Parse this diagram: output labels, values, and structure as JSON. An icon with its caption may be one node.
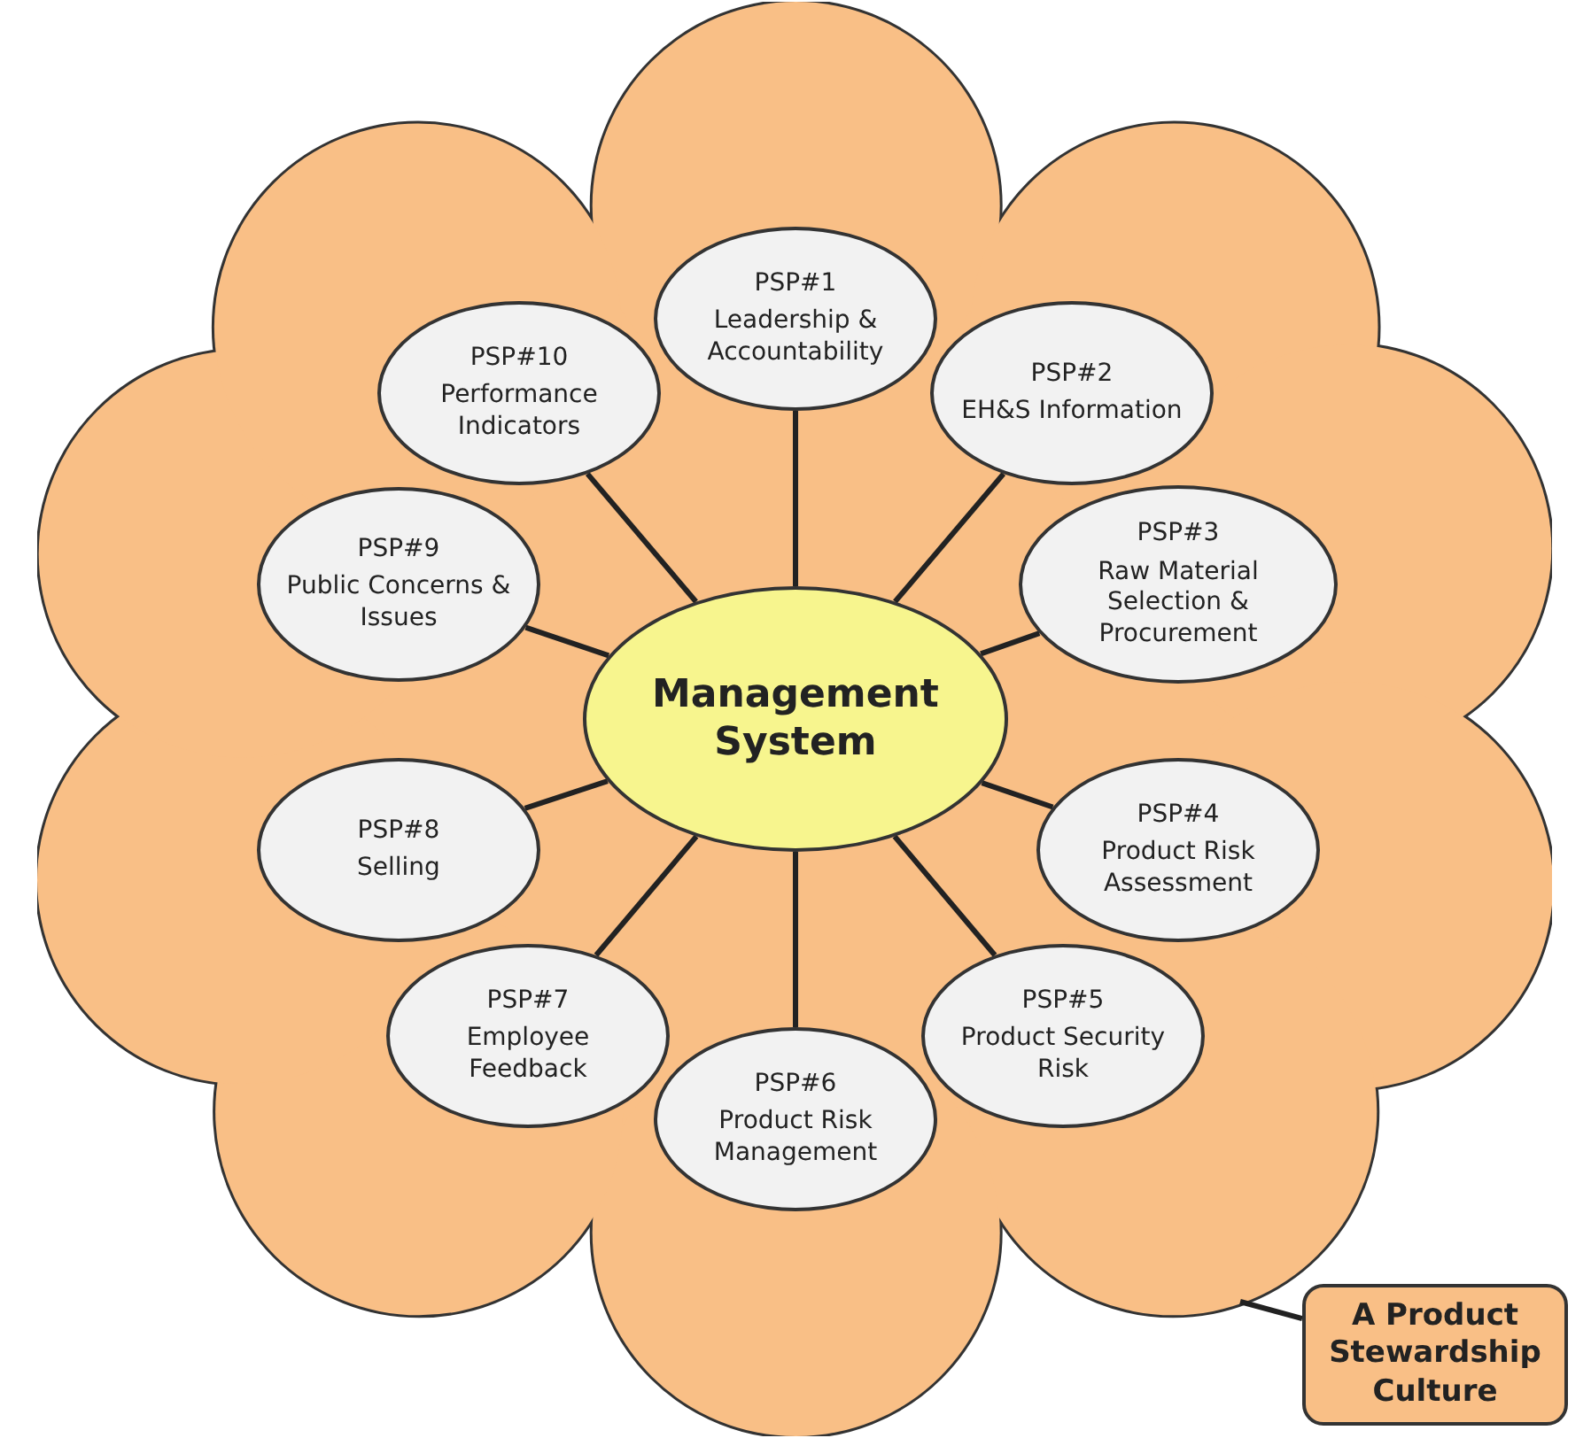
{
  "diagram": {
    "nodes": [
      {
        "text": [],
        "shape": "cloud"
      },
      {
        "text": [
          "Management System"
        ],
        "in": 0
      },
      {
        "text": [
          "PSP#1",
          "Leadership & Accountability"
        ],
        "in": 0
      },
      {
        "text": [
          "PSP#2",
          "EH&S Information"
        ],
        "in": 0
      },
      {
        "text": [
          "PSP#3",
          "Raw Material Selection & Procurement"
        ],
        "in": 0
      },
      {
        "text": [
          "PSP#4",
          "Product Risk Assessment"
        ],
        "in": 0
      },
      {
        "text": [
          "PSP#5",
          "Product Security Risk"
        ],
        "in": 0
      },
      {
        "text": [
          "PSP#6",
          "Product Risk Management"
        ],
        "in": 0
      },
      {
        "text": [
          "PSP#7",
          "Employee Feedback"
        ],
        "in": 0
      },
      {
        "text": [
          "PSP#8",
          "Selling"
        ],
        "in": 0
      },
      {
        "text": [
          "PSP#9",
          "Public Concerns & Issues"
        ],
        "in": 0
      },
      {
        "text": [
          "PSP#10",
          "Performance Indicators"
        ],
        "in": 0
      },
      {
        "text": [
          "A Product Stewardship Culture"
        ]
      }
    ],
    "edges": [
      {
        "from": 1,
        "to": 2,
        "arrow": "none"
      },
      {
        "from": 1,
        "to": 3,
        "arrow": "none"
      },
      {
        "from": 1,
        "to": 4,
        "arrow": "none"
      },
      {
        "from": 1,
        "to": 5,
        "arrow": "none"
      },
      {
        "from": 1,
        "to": 6,
        "arrow": "none"
      },
      {
        "from": 1,
        "to": 7,
        "arrow": "none"
      },
      {
        "from": 1,
        "to": 8,
        "arrow": "none"
      },
      {
        "from": 1,
        "to": 9,
        "arrow": "none"
      },
      {
        "from": 1,
        "to": 10,
        "arrow": "none"
      },
      {
        "from": 1,
        "to": 11,
        "arrow": "none"
      },
      {
        "from": 12,
        "to": 0,
        "arrow": "none"
      }
    ]
  }
}
